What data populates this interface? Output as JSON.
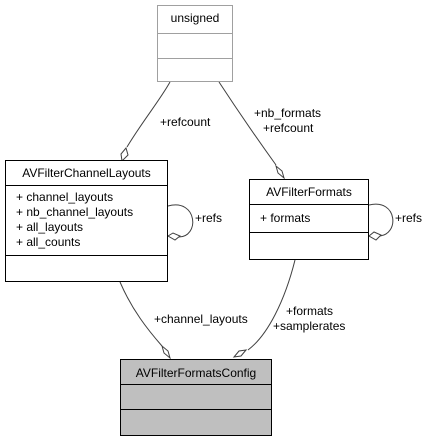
{
  "classes": {
    "unsigned": {
      "name": "unsigned"
    },
    "channel_layouts": {
      "name": "AVFilterChannelLayouts",
      "members": [
        "+ channel_layouts",
        "+ nb_channel_layouts",
        "+ all_layouts",
        "+ all_counts"
      ]
    },
    "formats": {
      "name": "AVFilterFormats",
      "members": [
        "+ formats"
      ]
    },
    "config": {
      "name": "AVFilterFormatsConfig"
    }
  },
  "edges": {
    "unsigned_to_channel_layouts": [
      "+refcount"
    ],
    "unsigned_to_formats": [
      "+nb_formats",
      "+refcount"
    ],
    "channel_layouts_self": [
      "+refs"
    ],
    "formats_self": [
      "+refs"
    ],
    "channel_layouts_to_config": [
      "+channel_layouts"
    ],
    "formats_to_config": [
      "+formats",
      "+samplerates"
    ]
  },
  "colors": {
    "class_fill": "#ffffff",
    "highlight_fill": "#bfbfbf",
    "border": "#000000",
    "ghost_border": "#a0a0a0",
    "edge": "#404040"
  }
}
